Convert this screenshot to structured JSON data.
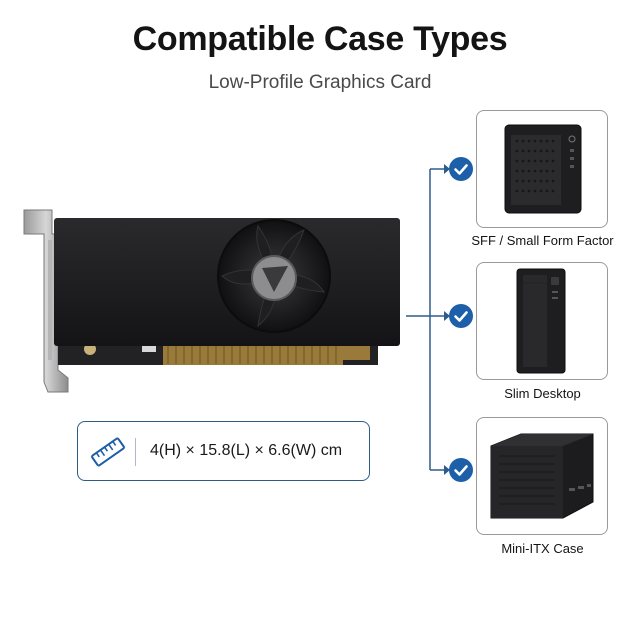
{
  "header": {
    "title": "Compatible Case Types",
    "subtitle": "Low-Profile Graphics Card"
  },
  "dimensions": {
    "icon": "ruler-icon",
    "text": "4(H) × 15.8(L) × 6.6(W) cm"
  },
  "cases": [
    {
      "label": "SFF / Small Form Factor",
      "icon": "check-icon"
    },
    {
      "label": "Slim Desktop",
      "icon": "check-icon"
    },
    {
      "label": "Mini-ITX Case",
      "icon": "check-icon"
    }
  ],
  "colors": {
    "accent": "#1d5fa8",
    "connector": "#2e5c8a",
    "card_body": "#1b1b1d"
  }
}
